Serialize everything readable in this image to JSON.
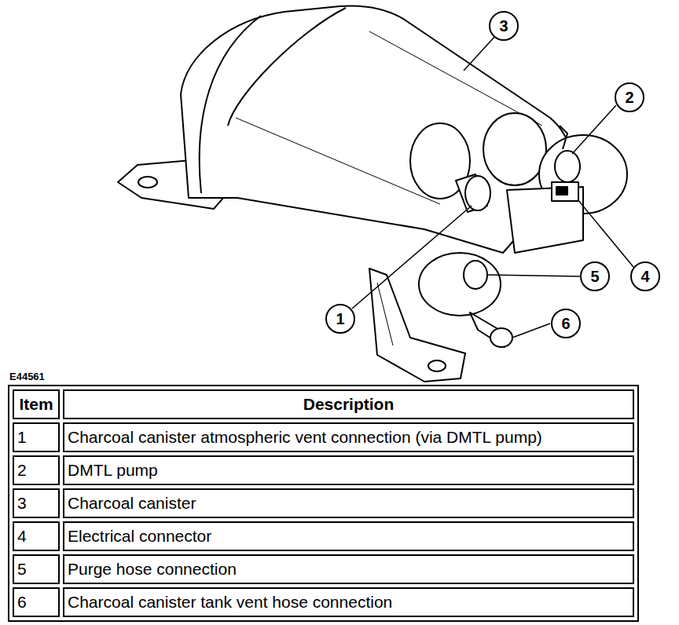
{
  "diagram": {
    "labels": [
      "3",
      "2",
      "4",
      "5",
      "1",
      "6",
      "E44561",
      "Item",
      "Description",
      "1",
      "Charcoal canister atmospheric vent connection (via DMTL pump)",
      "2",
      "DMTL pump",
      "3",
      "Charcoal canister",
      "4",
      "Electrical connector",
      "5",
      "Purge hose connection",
      "6",
      "Charcoal canister tank vent hose connection"
    ]
  }
}
